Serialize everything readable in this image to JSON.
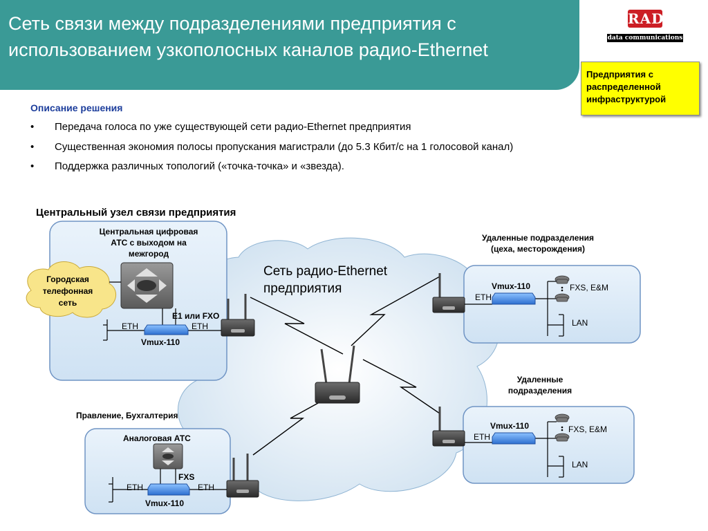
{
  "title": "Сеть связи между подразделениями предприятия с использованием узкополосных каналов радио-Ethernet",
  "logo": {
    "brand": "RAD",
    "subtitle": "data communications"
  },
  "callout": "Предприятия с распределенной инфраструктурой",
  "description": {
    "heading": "Описание решения",
    "bullets": [
      "Передача голоса  по уже существующей сети радио-Ethernet  предприятия",
      "Существенная экономия полосы пропускания магистрали (до 5.3 Кбит/с на 1 голосовой канал)",
      "Поддержка различных топологий («точка-точка» и «звезда)."
    ]
  },
  "diagram": {
    "central_heading": "Центральный узел связи предприятия",
    "cloud_label": "Сеть радио-Ethernet предприятия",
    "central": {
      "pbx_label": "Центральная цифровая АТС с выходом на межгород",
      "city_network": "Городская телефонная сеть",
      "link_label": "E1 или FXO",
      "eth_left": "ETH",
      "eth_right": "ETH",
      "device": "Vmux-110"
    },
    "management": {
      "heading": "Правление, Бухгалтерия",
      "pbx_label": "Аналоговая АТС",
      "link_label": "FXS",
      "eth_left": "ETH",
      "eth_right": "ETH",
      "device": "Vmux-110"
    },
    "remote1": {
      "heading": "Удаленные подразделения (цеха, месторождения)",
      "device": "Vmux-110",
      "eth": "ETH",
      "fxs": "FXS, E&M",
      "lan": "LAN"
    },
    "remote2": {
      "heading": "Удаленные подразделения",
      "device": "Vmux-110",
      "eth": "ETH",
      "fxs": "FXS, E&M",
      "lan": "LAN"
    }
  },
  "colors": {
    "header": "#3a9a96",
    "heading_blue": "#1d3e9c",
    "callout": "#ffff00",
    "box_fill": "#dbeaf7",
    "box_stroke": "#6f94c4",
    "vmux": "#3e86e0",
    "city_cloud": "#f8e58a"
  },
  "icons": [
    "radio-router-icon",
    "pbx-switch-icon",
    "telephone-icon",
    "vmux-device-icon",
    "cloud-icon",
    "lightning-link-icon"
  ]
}
